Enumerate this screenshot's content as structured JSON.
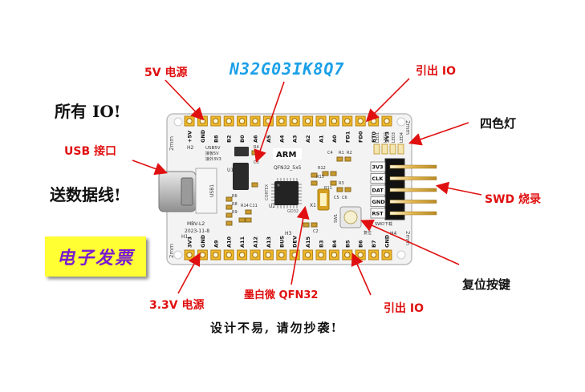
{
  "title": "N32G03IK8Q7",
  "labels": {
    "v5": "5V 电源",
    "io_top": "引出 IO",
    "all_io": "所有 IO!",
    "usb": "USB 接口",
    "data_line": "送数据线!",
    "four_led": "四色灯",
    "swd": "SWD 烧录",
    "reset": "复位按键",
    "v33": "3.3V 电源",
    "mcu": "墨白微 QFN32",
    "io_bottom": "引出 IO",
    "notice": "设计不易, 请勿抄袭!",
    "brand": "电子发票"
  },
  "board": {
    "top_pins": [
      "+5V",
      "GND",
      "B8",
      "B2",
      "B0",
      "A6",
      "A5",
      "A4",
      "A3",
      "A2",
      "A1",
      "A0",
      "FD1",
      "FD0",
      "BT0",
      "3V3"
    ],
    "bottom_pins": [
      "3V3",
      "GND",
      "A9",
      "A10",
      "A11",
      "A12",
      "A13",
      "BUS",
      "DEV",
      "A15",
      "B3",
      "B4",
      "B5",
      "B6",
      "B7",
      "GND"
    ],
    "swd_pins": [
      "3V3",
      "CLK",
      "DAT",
      "GND",
      "RST"
    ],
    "led_labels": [
      "LED1",
      "LED2",
      "LED3",
      "LED4"
    ],
    "side_text_left": "2mm",
    "side_text_right": "2mm",
    "usb_text": "USB5V",
    "usb_sub1": "接板5V",
    "usb_sub2": "接外3V3",
    "arm": "ARM",
    "chip_label": "QFN32_5x5",
    "chip_sub": "GD32",
    "version": "MBV-L2",
    "date": "2023-11-8",
    "reset_text": "复位",
    "swd_text": "SWD下载",
    "cortex": "CORTEX",
    "h1": "H1",
    "h2": "H2",
    "h3": "H3",
    "h4": "H4",
    "u1": "U1",
    "u2": "U2",
    "usb1": "USB1",
    "r_labels": [
      "R4",
      "R6",
      "R8",
      "R9",
      "R13",
      "R11",
      "R12",
      "R1",
      "R2",
      "R3",
      "R14"
    ],
    "c_labels": [
      "C3",
      "C11",
      "C4",
      "C5",
      "C6",
      "C2"
    ],
    "x1": "X1",
    "sw": "SW1"
  },
  "colors": {
    "annotation": "#e01010",
    "title": "#1aa0e8",
    "board": "#f4f4f4",
    "silk": "#ffffff",
    "header": "#f0b828",
    "brand_bg": "#ffff33",
    "brand_text": "#7a1ccf"
  }
}
